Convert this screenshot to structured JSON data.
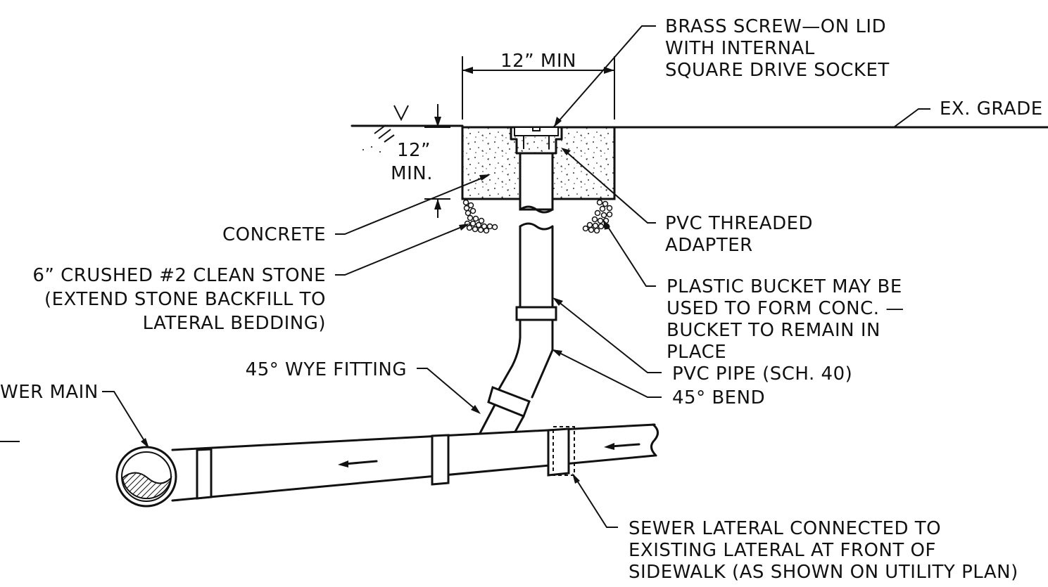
{
  "labels": {
    "lid": [
      "BRASS SCREW—ON LID",
      "WITH INTERNAL",
      "SQUARE DRIVE SOCKET"
    ],
    "dim_width": "12” MIN",
    "ex_grade": "EX. GRADE",
    "dim_depth": [
      "12”",
      "MIN."
    ],
    "concrete": "CONCRETE",
    "stone": [
      "6” CRUSHED #2 CLEAN STONE",
      "(EXTEND STONE BACKFILL TO",
      "LATERAL BEDDING)"
    ],
    "adapter": [
      "PVC THREADED",
      "ADAPTER"
    ],
    "bucket": [
      "PLASTIC BUCKET MAY BE",
      "USED TO FORM CONC. —",
      "BUCKET TO REMAIN IN",
      "PLACE"
    ],
    "pvc_pipe": "PVC PIPE (SCH. 40)",
    "bend": "45° BEND",
    "wye": "45° WYE FITTING",
    "sewer_main": "WER MAIN",
    "lateral": [
      "SEWER LATERAL CONNECTED TO",
      "EXISTING LATERAL AT FRONT OF",
      "SIDEWALK (AS SHOWN ON UTILITY PLAN)"
    ]
  }
}
